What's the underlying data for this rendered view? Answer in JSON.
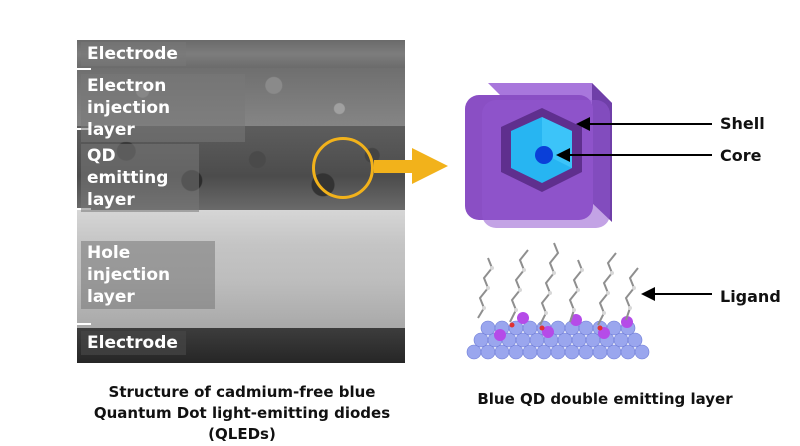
{
  "tem_labels": {
    "electrode_top": "Electrode",
    "electron_injection_line1": "Electron injection",
    "electron_injection_line2": "layer",
    "qd_emitting_line1": "QD emitting",
    "qd_emitting_line2": "layer",
    "hole_injection_line1": "Hole injection",
    "hole_injection_line2": "layer",
    "electrode_bottom": "Electrode"
  },
  "qd_diagram": {
    "shell_label": "Shell",
    "core_label": "Core",
    "ligand_label": "Ligand"
  },
  "captions": {
    "left_line1": "Structure of cadmium-free blue",
    "left_line2": "Quantum Dot light-emitting diodes (QLEDs)",
    "right": "Blue QD double emitting layer"
  },
  "colors": {
    "highlight": "#f2b21b",
    "shell": "#8a4fc4",
    "core": "#1e90ff"
  }
}
